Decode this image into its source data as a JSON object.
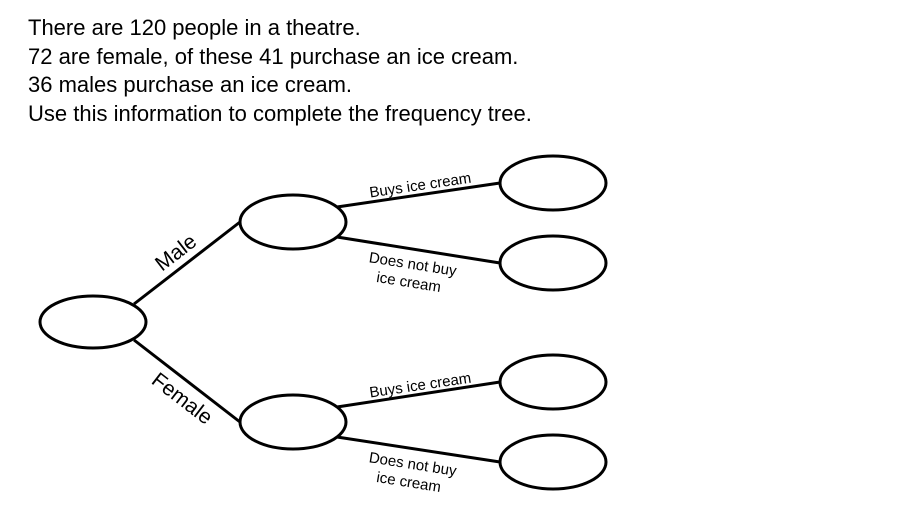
{
  "question": {
    "lines": [
      "There are 120 people in a theatre.",
      "72 are female, of these 41 purchase an ice cream.",
      "36 males purchase an ice cream.",
      "Use this information to complete the frequency tree."
    ]
  },
  "tree": {
    "root": {
      "value": ""
    },
    "branches": {
      "male": "Male",
      "female": "Female"
    },
    "male_node": {
      "value": ""
    },
    "female_node": {
      "value": ""
    },
    "sub_branches": {
      "male_buys": "Buys ice cream",
      "male_not_line1": "Does not buy",
      "male_not_line2": "ice cream",
      "female_buys": "Buys ice cream",
      "female_not_line1": "Does not buy",
      "female_not_line2": "ice cream"
    },
    "leaves": {
      "male_buys": {
        "value": ""
      },
      "male_not": {
        "value": ""
      },
      "female_buys": {
        "value": ""
      },
      "female_not": {
        "value": ""
      }
    }
  }
}
